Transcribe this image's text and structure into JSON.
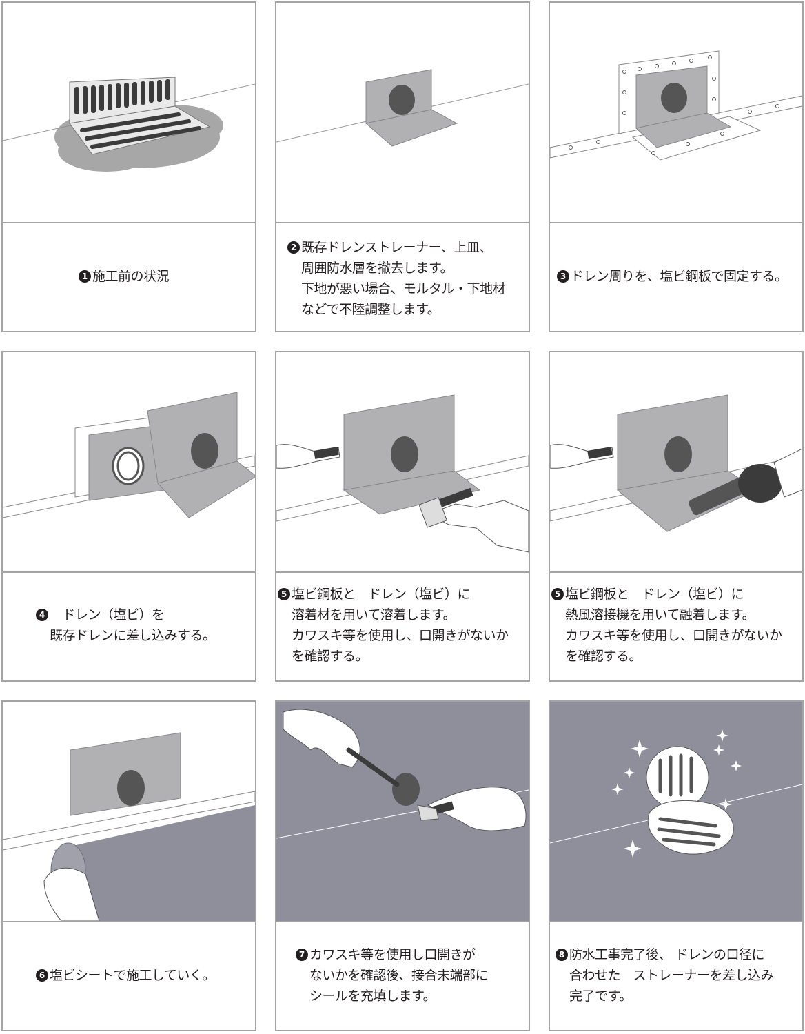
{
  "steps": [
    {
      "num": "1",
      "lines": [
        "施工前の状況"
      ]
    },
    {
      "num": "2",
      "lines": [
        "既存ドレンストレーナー、上皿、",
        "周囲防水層を撤去します。",
        "下地が悪い場合、モルタル・下地材",
        "などで不陸調整します。"
      ]
    },
    {
      "num": "3",
      "lines": [
        "ドレン周りを、塩ビ鋼板で固定する。"
      ]
    },
    {
      "num": "4",
      "lines": [
        "　ドレン（塩ビ）を",
        "既存ドレンに差し込みする。"
      ]
    },
    {
      "num": "5",
      "lines": [
        "塩ビ鋼板と　ドレン（塩ビ）に",
        "溶着材を用いて溶着します。",
        "カワスキ等を使用し、口開きがないか",
        "を確認する。"
      ]
    },
    {
      "num": "5",
      "lines": [
        "塩ビ鋼板と　ドレン（塩ビ）に",
        "熱風溶接機を用いて融着します。",
        "カワスキ等を使用し、口開きがないか",
        "を確認する。"
      ]
    },
    {
      "num": "6",
      "lines": [
        "塩ビシートで施工していく。"
      ]
    },
    {
      "num": "7",
      "lines": [
        "カワスキ等を使用し口開きが",
        "ないかを確認後、接合末端部に",
        "シールを充填します。"
      ]
    },
    {
      "num": "8",
      "lines": [
        "防水工事完了後、 ドレンの口径に",
        "合わせた　ストレーナーを差し込み",
        "完了です。"
      ]
    }
  ],
  "colors": {
    "border": "#a4a4a6",
    "sheet": "#b1b1b3",
    "membrane": "#8e8f9b",
    "hole": "#555556"
  }
}
